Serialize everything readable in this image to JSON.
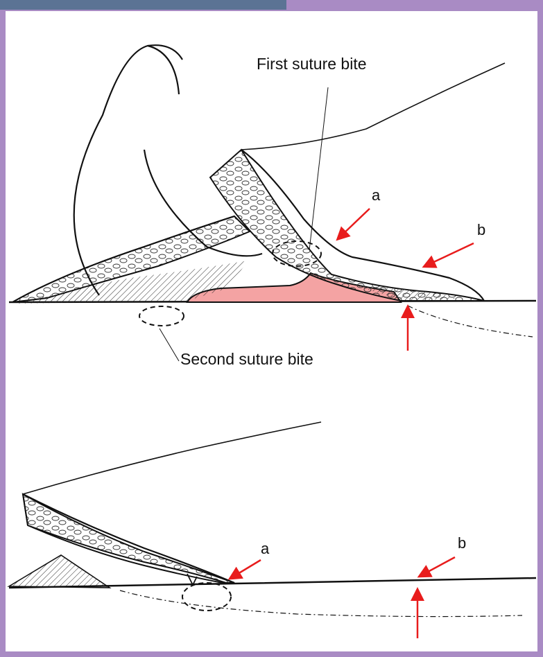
{
  "labels": {
    "first_suture_bite": "First suture bite",
    "second_suture_bite": "Second suture bite",
    "a_top": "a",
    "b_top": "b",
    "a_bottom": "a",
    "b_bottom": "b"
  },
  "colors": {
    "frame": "#a98bc4",
    "tab": "#5b7394",
    "arrow": "#e81c1c",
    "pink_fill": "#f4a3a3",
    "ink": "#111111"
  }
}
